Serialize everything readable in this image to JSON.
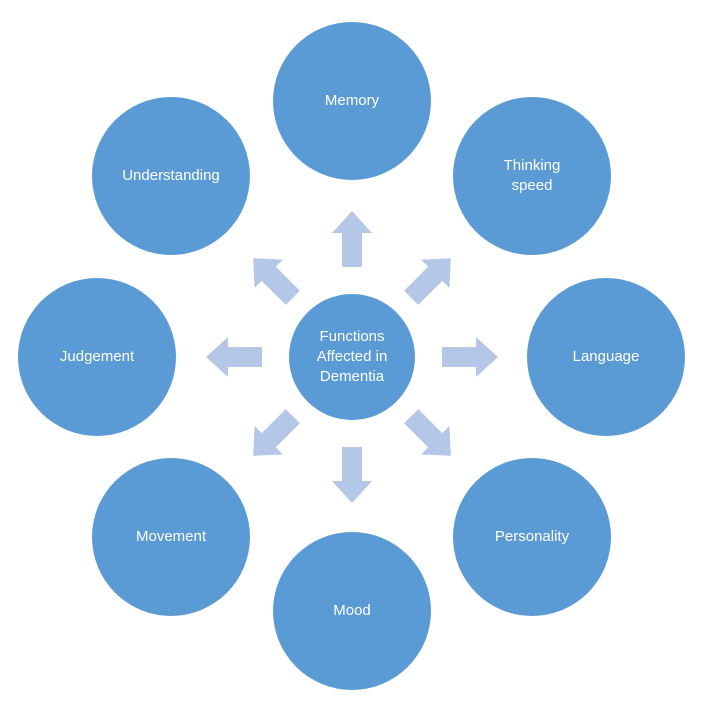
{
  "diagram": {
    "center": {
      "label": "Functions Affected in Dementia"
    },
    "nodes": {
      "memory": "Memory",
      "thinking_speed": "Thinking speed",
      "language": "Language",
      "personality": "Personality",
      "mood": "Mood",
      "movement": "Movement",
      "judgement": "Judgement",
      "understanding": "Understanding"
    },
    "colors": {
      "node_fill": "#5b9bd5",
      "node_text": "#ffffff",
      "arrow_fill": "#b4c7e7"
    }
  }
}
